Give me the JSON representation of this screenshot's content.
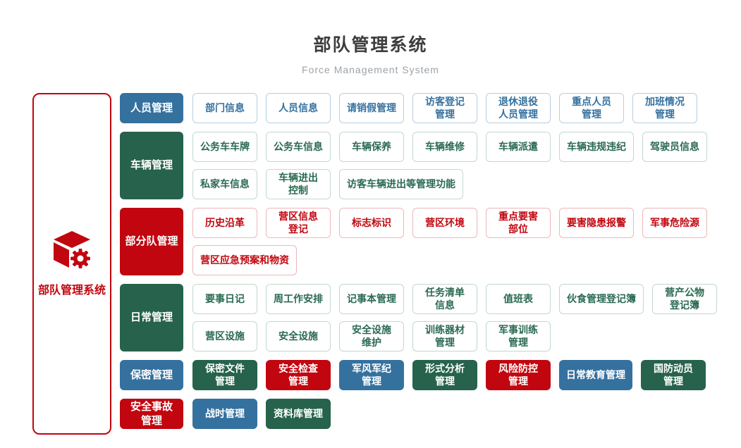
{
  "header": {
    "title": "部队管理系统",
    "subtitle": "Force Management System"
  },
  "root": {
    "label": "部队管理系统",
    "icon": "cube-gear-icon",
    "accent_color": "#c1060f"
  },
  "palette": {
    "blue": {
      "solid": "#35719f",
      "border": "#b5cfe2",
      "text": "#35719f"
    },
    "green": {
      "solid": "#26624c",
      "border": "#c2d8cf",
      "text": "#2a6a52"
    },
    "red": {
      "solid": "#c1060f",
      "border": "#efb6ba",
      "text": "#c1060f"
    }
  },
  "rows": [
    {
      "category": {
        "label": "人员管理",
        "color": "blue"
      },
      "item_rows": [
        [
          {
            "label": "部门信息",
            "color": "blue",
            "variant": "outline"
          },
          {
            "label": "人员信息",
            "color": "blue",
            "variant": "outline"
          },
          {
            "label": "请销假管理",
            "color": "blue",
            "variant": "outline"
          },
          {
            "label": "访客登记\n管理",
            "color": "blue",
            "variant": "outline"
          },
          {
            "label": "退休退役\n人员管理",
            "color": "blue",
            "variant": "outline"
          },
          {
            "label": "重点人员\n管理",
            "color": "blue",
            "variant": "outline"
          },
          {
            "label": "加班情况\n管理",
            "color": "blue",
            "variant": "outline"
          }
        ]
      ]
    },
    {
      "category": {
        "label": "车辆管理",
        "color": "green"
      },
      "item_rows": [
        [
          {
            "label": "公务车车牌",
            "color": "green",
            "variant": "outline"
          },
          {
            "label": "公务车信息",
            "color": "green",
            "variant": "outline"
          },
          {
            "label": "车辆保养",
            "color": "green",
            "variant": "outline"
          },
          {
            "label": "车辆维修",
            "color": "green",
            "variant": "outline"
          },
          {
            "label": "车辆派遣",
            "color": "green",
            "variant": "outline"
          },
          {
            "label": "车辆违规违纪",
            "color": "green",
            "variant": "outline"
          },
          {
            "label": "驾驶员信息",
            "color": "green",
            "variant": "outline"
          }
        ],
        [
          {
            "label": "私家车信息",
            "color": "green",
            "variant": "outline"
          },
          {
            "label": "车辆进出\n控制",
            "color": "green",
            "variant": "outline"
          },
          {
            "label": "访客车辆进出等管理功能",
            "color": "green",
            "variant": "outline"
          }
        ]
      ]
    },
    {
      "category": {
        "label": "部分队管理",
        "color": "red"
      },
      "item_rows": [
        [
          {
            "label": "历史沿革",
            "color": "red",
            "variant": "outline"
          },
          {
            "label": "营区信息\n登记",
            "color": "red",
            "variant": "outline"
          },
          {
            "label": "标志标识",
            "color": "red",
            "variant": "outline"
          },
          {
            "label": "营区环境",
            "color": "red",
            "variant": "outline"
          },
          {
            "label": "重点要害\n部位",
            "color": "red",
            "variant": "outline"
          },
          {
            "label": "要害隐患报警",
            "color": "red",
            "variant": "outline"
          },
          {
            "label": "军事危险源",
            "color": "red",
            "variant": "outline"
          }
        ],
        [
          {
            "label": "营区应急预案和物资",
            "color": "red",
            "variant": "outline"
          }
        ]
      ]
    },
    {
      "category": {
        "label": "日常管理",
        "color": "green"
      },
      "item_rows": [
        [
          {
            "label": "要事日记",
            "color": "green",
            "variant": "outline"
          },
          {
            "label": "周工作安排",
            "color": "green",
            "variant": "outline"
          },
          {
            "label": "记事本管理",
            "color": "green",
            "variant": "outline"
          },
          {
            "label": "任务清单\n信息",
            "color": "green",
            "variant": "outline"
          },
          {
            "label": "值班表",
            "color": "green",
            "variant": "outline"
          },
          {
            "label": "伙食管理登记簿",
            "color": "green",
            "variant": "outline"
          },
          {
            "label": "营产公物\n登记簿",
            "color": "green",
            "variant": "outline"
          }
        ],
        [
          {
            "label": "营区设施",
            "color": "green",
            "variant": "outline"
          },
          {
            "label": "安全设施",
            "color": "green",
            "variant": "outline"
          },
          {
            "label": "安全设施\n维护",
            "color": "green",
            "variant": "outline"
          },
          {
            "label": "训练器材\n管理",
            "color": "green",
            "variant": "outline"
          },
          {
            "label": "军事训练\n管理",
            "color": "green",
            "variant": "outline"
          }
        ]
      ]
    },
    {
      "category": {
        "label": "保密管理",
        "color": "blue"
      },
      "item_rows": [
        [
          {
            "label": "保密文件\n管理",
            "color": "green",
            "variant": "solid"
          },
          {
            "label": "安全检查\n管理",
            "color": "red",
            "variant": "solid"
          },
          {
            "label": "军风军纪\n管理",
            "color": "blue",
            "variant": "solid"
          },
          {
            "label": "形式分析\n管理",
            "color": "green",
            "variant": "solid"
          },
          {
            "label": "风险防控\n管理",
            "color": "red",
            "variant": "solid"
          },
          {
            "label": "日常教育管理",
            "color": "blue",
            "variant": "solid"
          },
          {
            "label": "国防动员\n管理",
            "color": "green",
            "variant": "solid"
          }
        ]
      ]
    },
    {
      "category": {
        "label": "安全事故\n管理",
        "color": "red"
      },
      "item_rows": [
        [
          {
            "label": "战时管理",
            "color": "blue",
            "variant": "solid"
          },
          {
            "label": "资料库管理",
            "color": "green",
            "variant": "solid"
          }
        ]
      ]
    }
  ]
}
